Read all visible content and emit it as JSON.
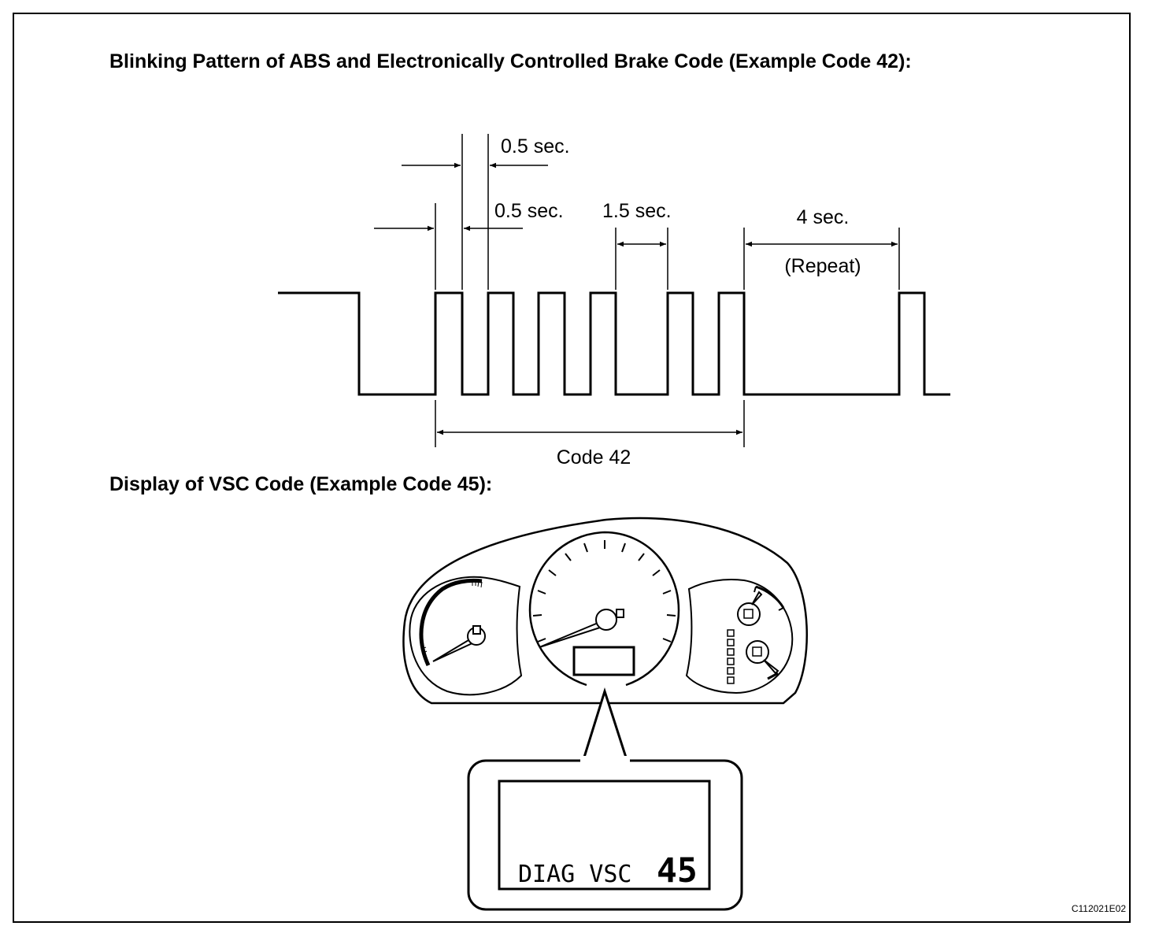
{
  "titles": {
    "blink_pattern": "Blinking Pattern of ABS and Electronically Controlled Brake Code (Example Code 42):",
    "vsc_display": "Display of  VSC Code (Example Code 45):"
  },
  "timing_labels": {
    "pulse_on": "0.5 sec.",
    "pulse_off": "0.5 sec.",
    "digit_gap": "1.5 sec.",
    "repeat_gap": "4 sec.",
    "repeat": "(Repeat)",
    "code": "Code 42"
  },
  "display": {
    "prefix": "DIAG VSC",
    "code": "45"
  },
  "reference_id": "C112021E02"
}
